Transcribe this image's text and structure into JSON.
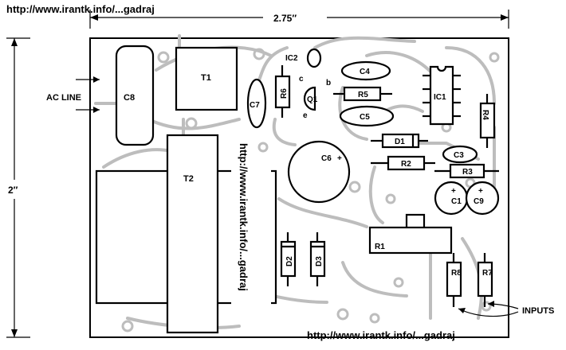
{
  "watermark": {
    "top": "http://www.irantk.info/...gadraj",
    "vertical": "http://www.irantk.info/...gadraj",
    "bottom": "http://www.irantk.info/...gadraj"
  },
  "dimensions": {
    "width": "2.75″",
    "height": "2″"
  },
  "callouts": {
    "ac_line": "AC LINE",
    "inputs": "INPUTS"
  },
  "components": {
    "c1": "C1",
    "c3": "C3",
    "c4": "C4",
    "c5": "C5",
    "c6": "C6",
    "c7": "C7",
    "c8": "C8",
    "c9": "C9",
    "d1": "D1",
    "d2": "D2",
    "d3": "D3",
    "r1": "R1",
    "r2": "R2",
    "r3": "R3",
    "r4": "R4",
    "r5": "R5",
    "r6": "R6",
    "r7": "R7",
    "r8": "R8",
    "t1": "T1",
    "t2": "T2",
    "ic1": "IC1",
    "ic2": "IC2",
    "q1": "Q1"
  },
  "polarity": {
    "plus": "+"
  },
  "transistor_pins": {
    "b": "b",
    "c": "c",
    "e": "e"
  }
}
